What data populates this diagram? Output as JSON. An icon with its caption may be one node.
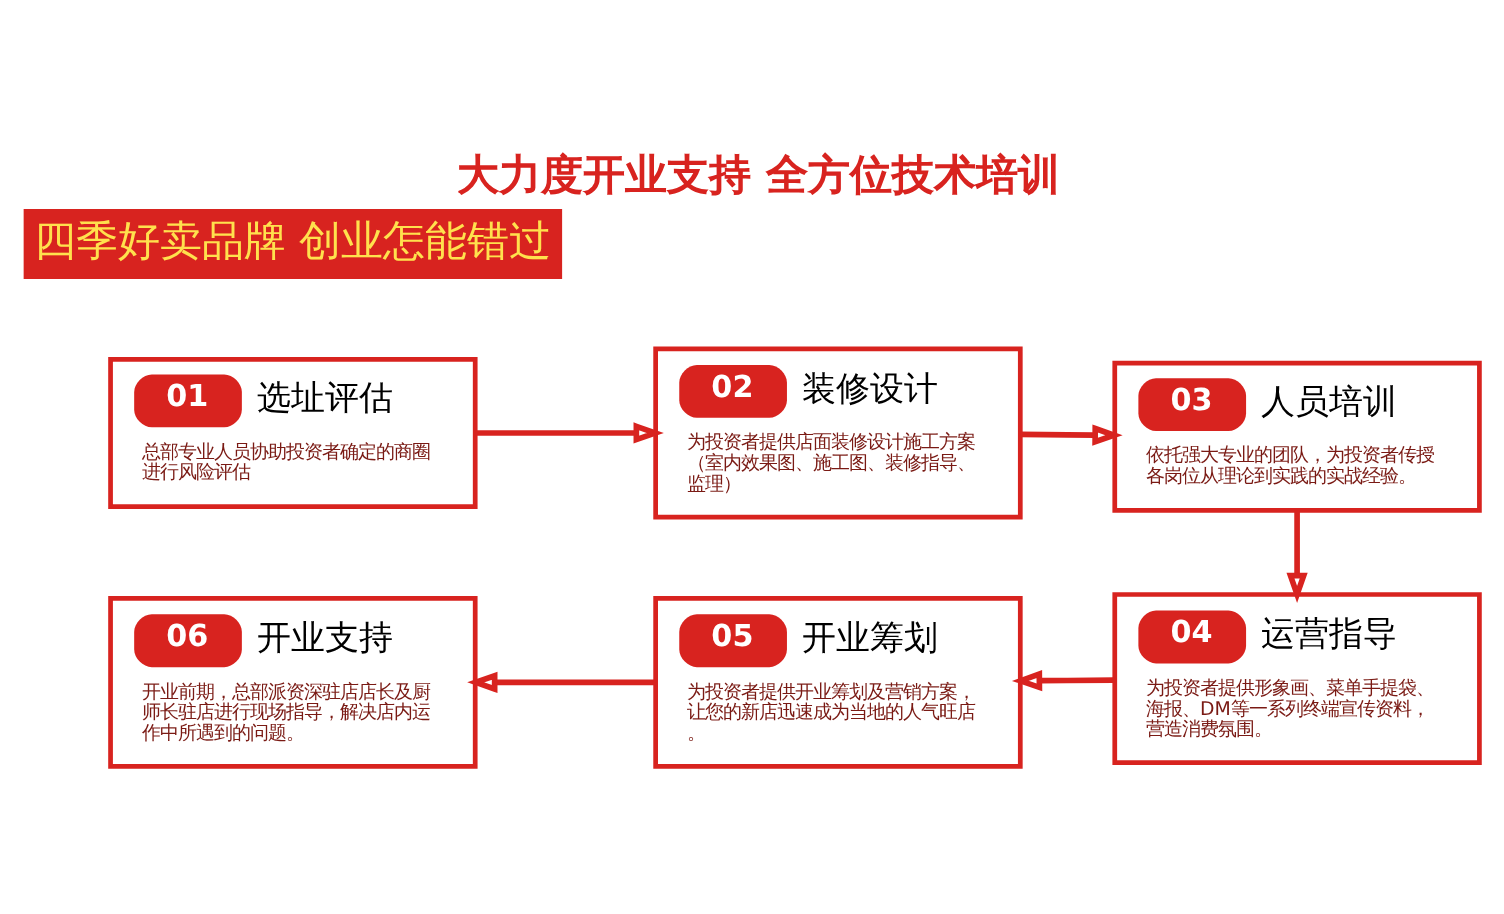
{
  "diagram": {
    "title": "大力度开业支持 全方位技术培训",
    "caption": "四季好卖品牌 创业怎能错过",
    "nodes": [
      {
        "text": [
          "01",
          "选址评估",
          "总部专业人员协助投资者确定的商圈进行风险评估"
        ]
      },
      {
        "text": [
          "02",
          "装修设计",
          "为投资者提供店面装修设计施工方案（室内效果图、施工图、装修指导、监理）"
        ]
      },
      {
        "text": [
          "03",
          "人员培训",
          "依托强大专业的团队，为投资者传授各岗位从理论到实践的实战经验。"
        ]
      },
      {
        "text": [
          "04",
          "运营指导",
          "为投资者提供形象画、菜单手提袋、海报、DM等一系列终端宣传资料，营造消费氛围。"
        ]
      },
      {
        "text": [
          "05",
          "开业筹划",
          "为投资者提供开业筹划及营销方案，让您的新店迅速成为当地的人气旺店。"
        ]
      },
      {
        "text": [
          "06",
          "开业支持",
          "开业前期，总部派资深驻店店长及厨师长驻店进行现场指导，解决店内运作中所遇到的问题。"
        ]
      }
    ],
    "edges": [
      {
        "from": 0,
        "to": 1,
        "arrow": "to"
      },
      {
        "from": 1,
        "to": 2,
        "arrow": "to"
      },
      {
        "from": 2,
        "to": 3,
        "arrow": "to"
      },
      {
        "from": 3,
        "to": 4,
        "arrow": "to"
      },
      {
        "from": 4,
        "to": 5,
        "arrow": "to"
      }
    ]
  }
}
